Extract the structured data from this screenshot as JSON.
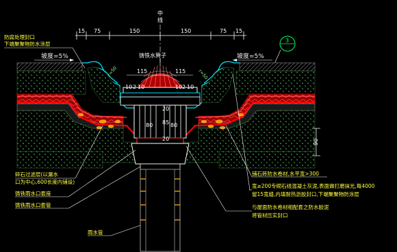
{
  "centerline_label": "中\n线",
  "top_dimensions": [
    "15",
    "75",
    "150",
    "150",
    "75",
    "15"
  ],
  "inner_dimensions": {
    "left_115": "115",
    "right_115": "115",
    "left_10_20": "10",
    "left_2": "2",
    "left_10_b": "10",
    "right_10_a": "10",
    "right_2": "2",
    "right_10_b": "10"
  },
  "vertical_dimensions": {
    "d20_top": "20",
    "d80_left": "80",
    "d85": "85",
    "d80_right": "80",
    "d20_bottom": "20",
    "side_90": "90"
  },
  "slope_left": "坡度=5%",
  "slope_right": "坡度=5%",
  "radius_left": "r=50",
  "radius_right": "r=50",
  "cast_iron_cap": "铸铁水箅子",
  "detail_marker": {
    "top": "3",
    "bottom": "—"
  },
  "left_top_note": [
    "防腐处理封口",
    "下端聚聚物防水涂层"
  ],
  "left_notes": [
    "碎石过滤层(以漏水",
    "口为中心,600长度内铺设)",
    "铸铁雨水口套座",
    "铸铁雨水口套管"
  ],
  "drain_pipe_label": "雨水管",
  "right_notes": [
    "铺石砖防水卷材,水平宽>300",
    "宽≥200专砌石线混凝土灰泥,表面做打磨抹光,每4000",
    "留15宽缝,内填耐热沥胶封口,下端聚聚物防涂层",
    "与屋面防水卷材相配套之防水胶泥",
    "将管材压实封口"
  ],
  "colors": {
    "background": "#000000",
    "dimension_line": "#ffffff",
    "concrete": "#3a7a3a",
    "membrane_red": "#ff0000",
    "cyan": "#00ffff",
    "yellow_text": "#ffff40",
    "orange": "#ff9900",
    "gray_pipe": "#9a9a9a"
  }
}
